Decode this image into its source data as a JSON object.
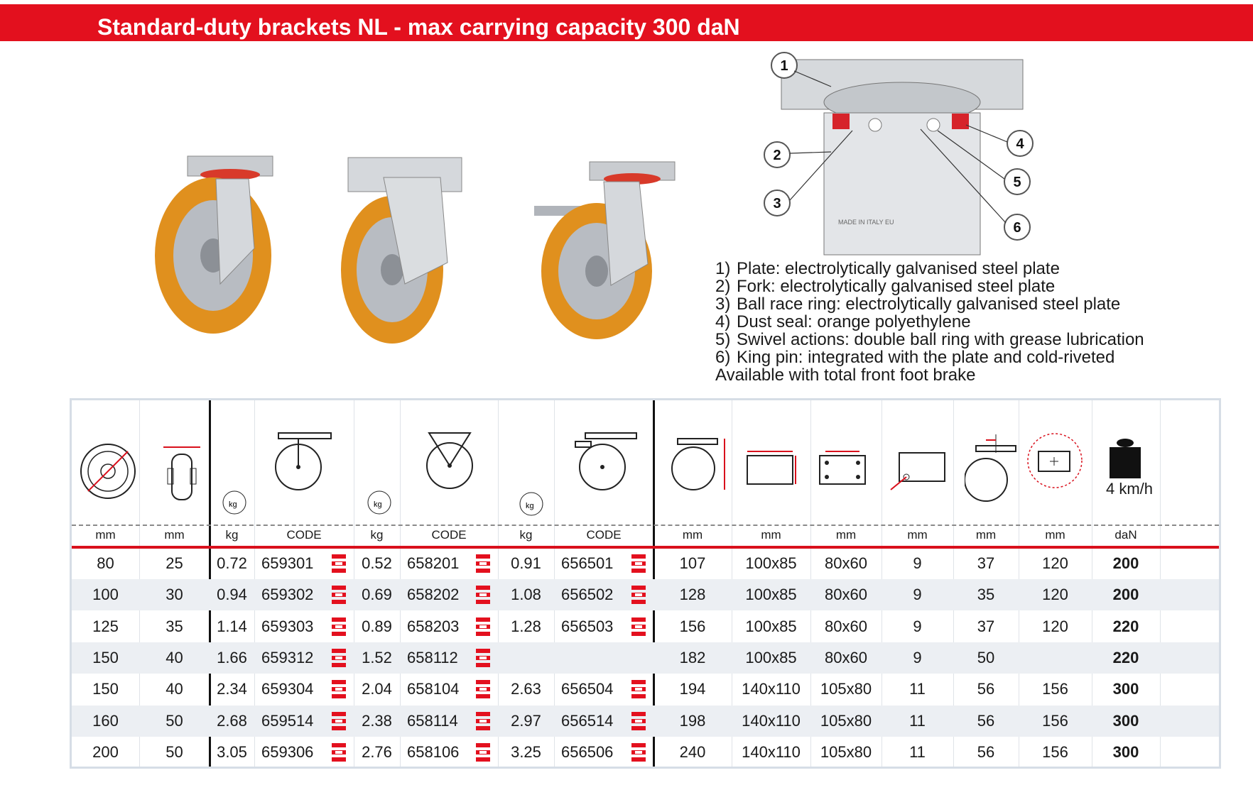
{
  "header": {
    "title": "Standard-duty brackets NL - max carrying capacity 300 daN"
  },
  "legend": {
    "items": [
      {
        "num": "1)",
        "text": "Plate: electrolytically galvanised steel plate"
      },
      {
        "num": "2)",
        "text": "Fork: electrolytically galvanised steel plate"
      },
      {
        "num": "3)",
        "text": "Ball race ring: electrolytically galvanised steel plate"
      },
      {
        "num": "4)",
        "text": "Dust seal: orange polyethylene"
      },
      {
        "num": "5)",
        "text": "Swivel actions: double ball ring with grease lubrication"
      },
      {
        "num": "6)",
        "text": "King pin: integrated with the plate and cold-riveted"
      }
    ],
    "note": "Available with total front foot brake"
  },
  "diagram": {
    "callouts": [
      "1",
      "2",
      "3",
      "4",
      "5",
      "6"
    ],
    "stamp": "MADE IN ITALY EU"
  },
  "table": {
    "speed_label": "4 km/h",
    "units": [
      "mm",
      "mm",
      "kg",
      "CODE",
      "kg",
      "CODE",
      "kg",
      "CODE",
      "mm",
      "mm",
      "mm",
      "mm",
      "mm",
      "mm",
      "daN"
    ],
    "rows": [
      [
        "80",
        "25",
        "0.72",
        "659301",
        "0.52",
        "658201",
        "0.91",
        "656501",
        "107",
        "100x85",
        "80x60",
        "9",
        "37",
        "120",
        "200"
      ],
      [
        "100",
        "30",
        "0.94",
        "659302",
        "0.69",
        "658202",
        "1.08",
        "656502",
        "128",
        "100x85",
        "80x60",
        "9",
        "35",
        "120",
        "200"
      ],
      [
        "125",
        "35",
        "1.14",
        "659303",
        "0.89",
        "658203",
        "1.28",
        "656503",
        "156",
        "100x85",
        "80x60",
        "9",
        "37",
        "120",
        "220"
      ],
      [
        "150",
        "40",
        "1.66",
        "659312",
        "1.52",
        "658112",
        "",
        "",
        "182",
        "100x85",
        "80x60",
        "9",
        "50",
        "",
        "220"
      ],
      [
        "150",
        "40",
        "2.34",
        "659304",
        "2.04",
        "658104",
        "2.63",
        "656504",
        "194",
        "140x110",
        "105x80",
        "11",
        "56",
        "156",
        "300"
      ],
      [
        "160",
        "50",
        "2.68",
        "659514",
        "2.38",
        "658114",
        "2.97",
        "656514",
        "198",
        "140x110",
        "105x80",
        "11",
        "56",
        "156",
        "300"
      ],
      [
        "200",
        "50",
        "3.05",
        "659306",
        "2.76",
        "658106",
        "3.25",
        "656506",
        "240",
        "140x110",
        "105x80",
        "11",
        "56",
        "156",
        "300"
      ]
    ]
  },
  "colors": {
    "brand_red": "#e3101e",
    "wheel_orange": "#e0901e",
    "row_alt": "#eceff3"
  }
}
